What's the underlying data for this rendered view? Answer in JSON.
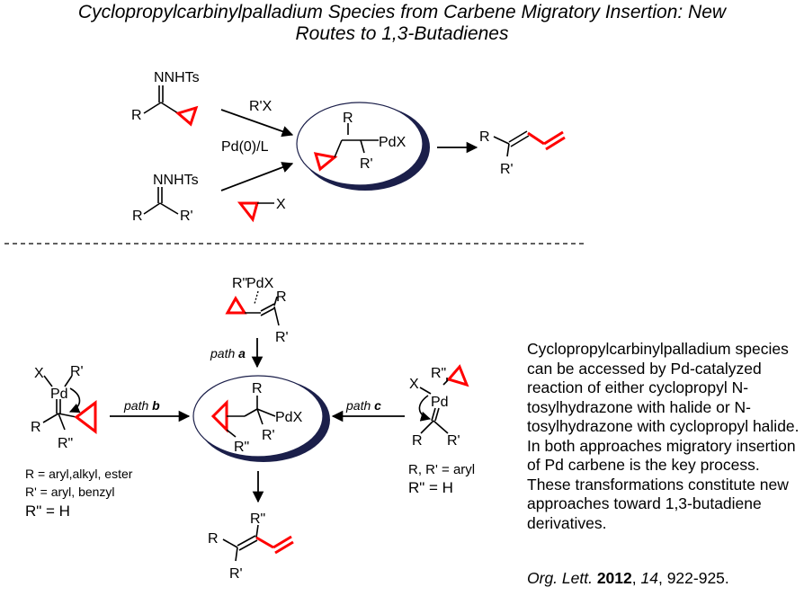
{
  "title": {
    "line1": "Cyclopropylcarbinylpalladium Species from Carbene Migratory Insertion: New",
    "line2": "Routes to 1,3-Butadienes"
  },
  "top_scheme": {
    "hydrazone1": {
      "nnhts": "NNHTs",
      "r": "R"
    },
    "hydrazone2": {
      "nnhts": "NNHTs",
      "r": "R",
      "r_prime": "R'"
    },
    "halide": {
      "x": "X"
    },
    "reagent_top": "R'X",
    "reagent_bottom": "Pd(0)/L",
    "intermediate": {
      "r": "R",
      "pdx": "PdX",
      "r_prime": "R'"
    },
    "product": {
      "r": "R",
      "r_prime": "R'"
    }
  },
  "bottom_scheme": {
    "path_a_species": {
      "r_dbl": "R\"",
      "pdx": "PdX",
      "r": "R",
      "r_prime": "R'"
    },
    "path_a_label": {
      "path": "path",
      "letter": "a"
    },
    "path_b_species": {
      "x": "X",
      "r_prime": "R'",
      "pd": "Pd",
      "r": "R",
      "r_dbl": "R\""
    },
    "path_b_label": {
      "path": "path",
      "letter": "b"
    },
    "path_c_species": {
      "r_dbl": "R\"",
      "x": "X",
      "pd": "Pd",
      "r": "R",
      "r_prime": "R'"
    },
    "path_c_label": {
      "path": "path",
      "letter": "c"
    },
    "center": {
      "r": "R",
      "pdx": "PdX",
      "r_prime": "R'",
      "r_dbl": "R\""
    },
    "product": {
      "r_dbl": "R\"",
      "r": "R",
      "r_prime": "R'"
    },
    "left_conditions": [
      "R = aryl,alkyl, ester",
      "R' = aryl, benzyl",
      "R\" = H"
    ],
    "right_conditions": [
      "R, R' = aryl",
      "R\" = H"
    ]
  },
  "description": "Cyclopropylcarbinylpalladium species can be accessed by Pd-catalyzed reaction of either cyclopropyl N-tosylhydrazone with halide or N-tosylhydrazone with cyclopropyl halide. In both approaches migratory insertion of Pd carbene is the key process. These transformations constitute new approaches toward 1,3-butadiene derivatives.",
  "citation": {
    "journal": "Org. Lett.",
    "year": "2012",
    "volume": "14",
    "pages": ", 922-925."
  },
  "colors": {
    "accent": "#ff0000",
    "ellipse_shadow": "#1b1f4a",
    "text": "#000000"
  }
}
